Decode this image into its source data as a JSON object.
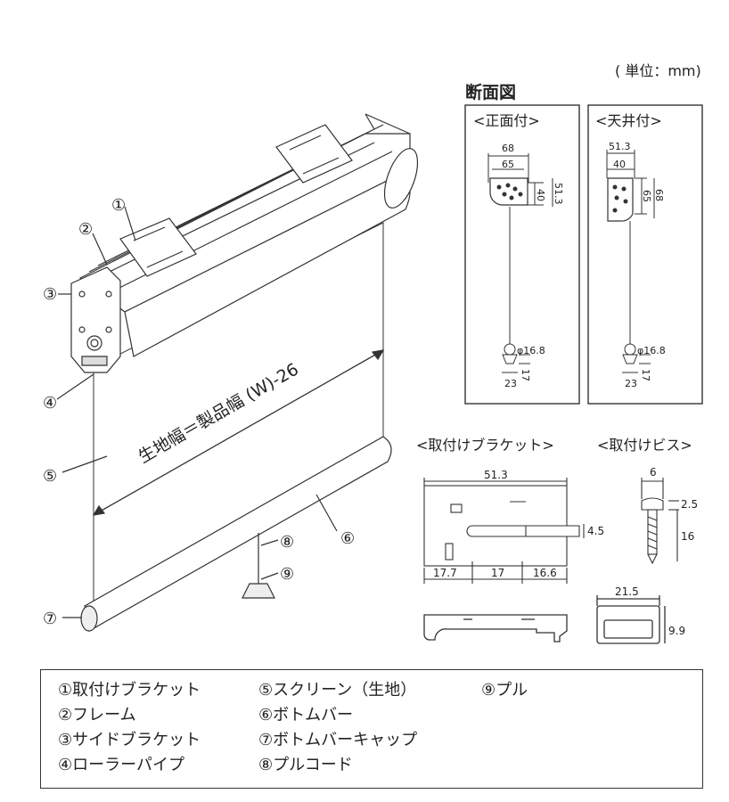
{
  "unit_note": "( 単位：mm)",
  "section_title": "断面図",
  "front_mount": {
    "label": "<正面付>",
    "dims": {
      "w68": "68",
      "w65": "65",
      "h40": "40",
      "h513": "51.3",
      "pull_dia": "φ16.8",
      "pull_h": "17",
      "pull_w": "23"
    }
  },
  "ceiling_mount": {
    "label": "<天井付>",
    "dims": {
      "w513": "51.3",
      "w40": "40",
      "h65": "65",
      "h68": "68",
      "pull_dia": "φ16.8",
      "pull_h": "17",
      "pull_w": "23"
    }
  },
  "bracket_title": "<取付けブラケット>",
  "bracket_dims": {
    "w513": "51.3",
    "h45": "4.5",
    "a": "17.7",
    "b": "17",
    "c": "16.6"
  },
  "screw_title": "<取付けビス>",
  "screw_dims": {
    "w6": "6",
    "h25": "2.5",
    "h16": "16"
  },
  "cap_dims": {
    "w215": "21.5",
    "h99": "9.9"
  },
  "fabric_width_label": "生地幅＝製品幅 (W)-26",
  "callouts": [
    "①",
    "②",
    "③",
    "④",
    "⑤",
    "⑥",
    "⑦",
    "⑧",
    "⑨"
  ],
  "legend": [
    "①取付けブラケット",
    "②フレーム",
    "③サイドブラケット",
    "④ローラーパイプ",
    "⑤スクリーン（生地）",
    "⑥ボトムバー",
    "⑦ボトムバーキャップ",
    "⑧プルコード",
    "⑨プル"
  ]
}
